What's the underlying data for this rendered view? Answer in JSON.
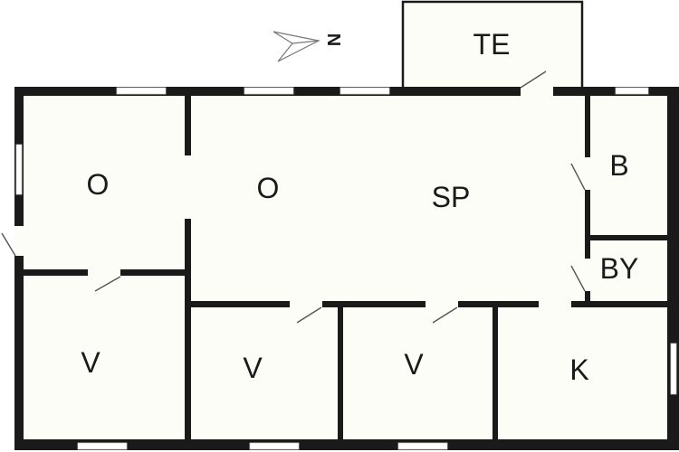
{
  "floorplan": {
    "compass": {
      "letter": "N",
      "icon": "north-arrow-icon"
    },
    "colors": {
      "wall": "#1a1a1a",
      "floor": "#fdfdf8",
      "background": "#ffffff",
      "door_swing": "#555555"
    },
    "rooms": [
      {
        "id": "te",
        "label": "TE"
      },
      {
        "id": "o1",
        "label": "O"
      },
      {
        "id": "o2",
        "label": "O"
      },
      {
        "id": "sp",
        "label": "SP"
      },
      {
        "id": "b",
        "label": "B"
      },
      {
        "id": "by",
        "label": "BY"
      },
      {
        "id": "v1",
        "label": "V"
      },
      {
        "id": "v2",
        "label": "V"
      },
      {
        "id": "v3",
        "label": "V"
      },
      {
        "id": "k",
        "label": "K"
      }
    ]
  }
}
